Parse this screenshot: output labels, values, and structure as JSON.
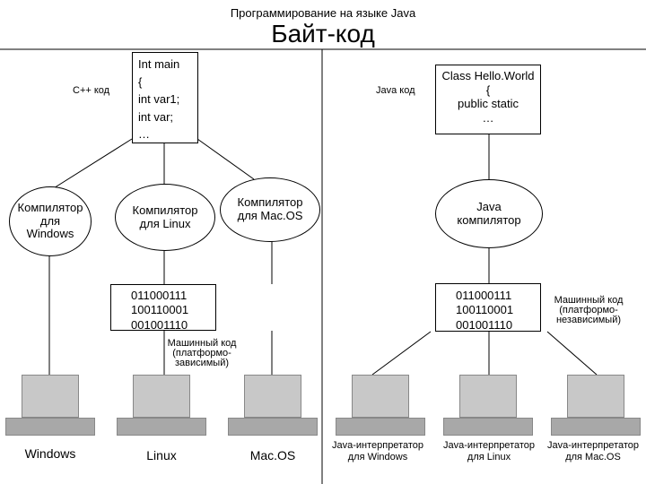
{
  "header": {
    "subtitle": "Программирование на языке Java",
    "title": "Байт-код"
  },
  "left": {
    "code_label": "C++ код",
    "code_lines": "Int main\n{\nint var1;\nint var;\n…",
    "compilers": [
      "Компилятор\nдля\nWindows",
      "Компилятор\nдля Linux",
      "Компилятор\nдля Mac.OS"
    ],
    "binary": "011000111\n100110001\n001001110",
    "machine_code": "Машинный код\n(платформо-\nзависимый)",
    "platforms": [
      "Windows",
      "Linux",
      "Mac.OS"
    ]
  },
  "right": {
    "code_label": "Java код",
    "code_lines": "Class Hello.World\n{\npublic static\n…",
    "compiler": "Java\nкомпилятор",
    "binary": "011000111\n100110001\n001001110",
    "machine_code": "Машинный код\n(платформо-\nнезависимый)",
    "interpreters": [
      "Java-интерпретатор\nдля Windows",
      "Java-интерпретатор\nдля Linux",
      "Java-интерпретатор\nдля Mac.OS"
    ]
  }
}
